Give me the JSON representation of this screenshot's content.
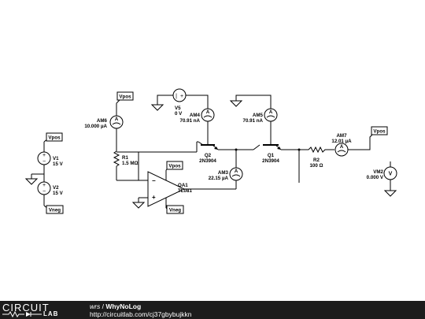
{
  "components": {
    "V1": {
      "name": "V1",
      "value": "15 V"
    },
    "V2": {
      "name": "V2",
      "value": "15 V"
    },
    "V5": {
      "name": "V5",
      "value": "0 V"
    },
    "AM6": {
      "name": "AM6",
      "value": "10.000 µA"
    },
    "AM4": {
      "name": "AM4",
      "value": "70.91 nA"
    },
    "AM5": {
      "name": "AM5",
      "value": "70.91 nA"
    },
    "AM3": {
      "name": "AM3",
      "value": "22.15 µA"
    },
    "AM7": {
      "name": "AM7",
      "value": "12.01 µA"
    },
    "VM2": {
      "name": "VM2",
      "value": "0.000 V"
    },
    "R1": {
      "name": "R1",
      "value": "1.5 MΩ"
    },
    "R2": {
      "name": "R2",
      "value": "100 Ω"
    },
    "Q2": {
      "name": "Q2",
      "value": "2N3904"
    },
    "Q1": {
      "name": "Q1",
      "value": "2N3904"
    },
    "OA1": {
      "name": "OA1",
      "value": "TL081"
    }
  },
  "flags": {
    "vpos": "Vpos",
    "vneg": "Vneg"
  },
  "opamp_pins": {
    "minus": "−",
    "plus": "+"
  },
  "footer": {
    "logo_top": "CIRCUIT",
    "logo_bottom": "LAB",
    "user": "wrs",
    "separator": " / ",
    "title": "WhyNoLog",
    "url": "http://circuitlab.com/cj37gbybujkkn"
  }
}
